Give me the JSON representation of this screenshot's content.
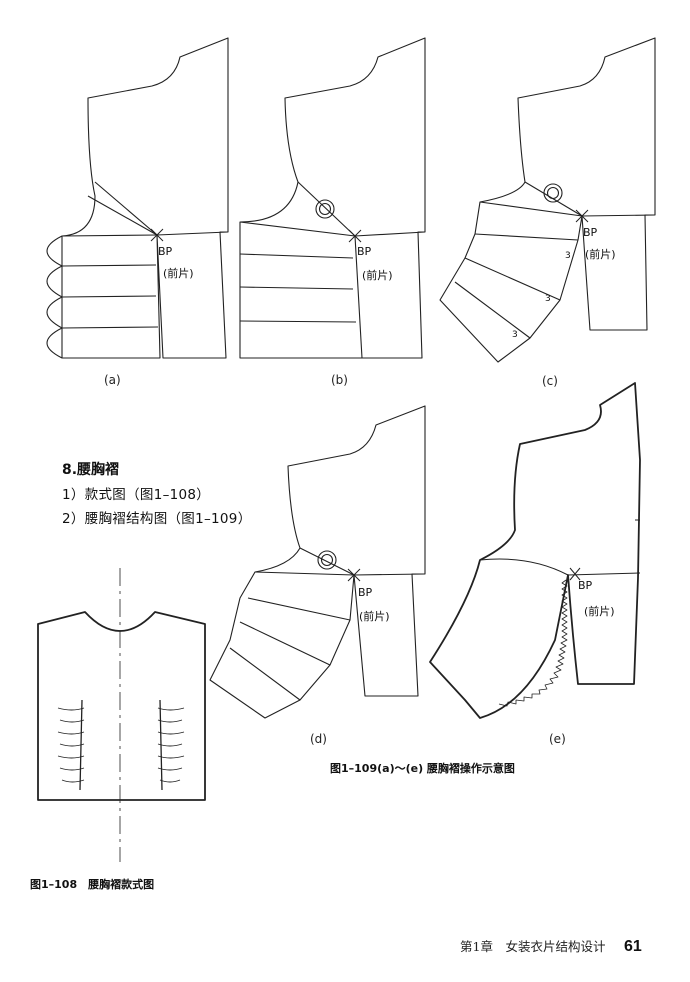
{
  "figures": {
    "a": {
      "label": "(a)",
      "bp": "BP",
      "piece": "(前片)"
    },
    "b": {
      "label": "(b)",
      "bp": "BP",
      "piece": "(前片)"
    },
    "c": {
      "label": "(c)",
      "bp": "BP",
      "piece": "(前片)",
      "marks": [
        "3",
        "3",
        "3"
      ]
    },
    "d": {
      "label": "(d)",
      "bp": "BP",
      "piece": "(前片)"
    },
    "e": {
      "label": "(e)",
      "bp": "BP",
      "piece": "(前片)"
    }
  },
  "section": {
    "title": "8.腰胸褶",
    "items": [
      "1）款式图（图1–108）",
      "2）腰胸褶结构图（图1–109）"
    ]
  },
  "captions": {
    "fig109": "图1–109(a)～(e) 腰胸褶操作示意图",
    "fig108": "图1–108　腰胸褶款式图"
  },
  "footer": {
    "chapter": "第1章　女装衣片结构设计",
    "page": "61"
  }
}
